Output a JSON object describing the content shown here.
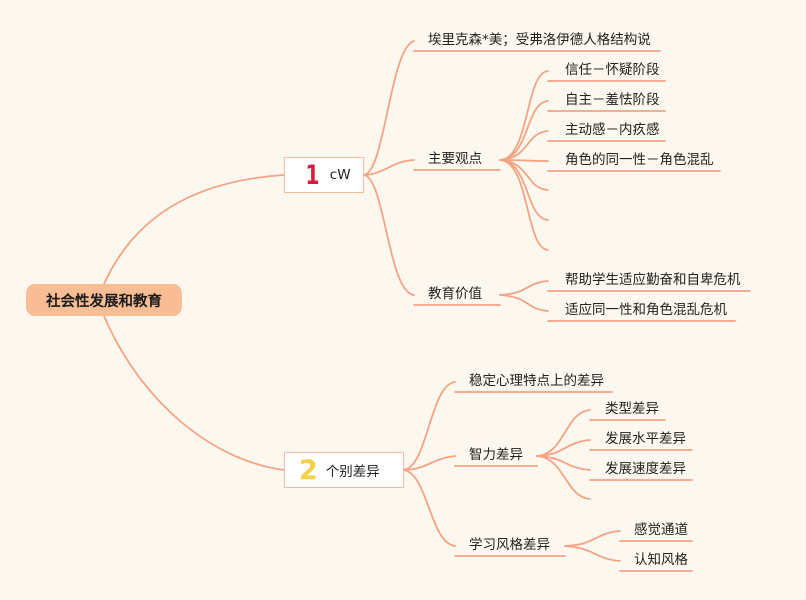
{
  "root": {
    "label": "社会性发展和教育"
  },
  "branch1": {
    "number": "1",
    "label": "cW",
    "theory": "埃里克森*美；受弗洛伊德人格结构说",
    "main_views": {
      "label": "主要观点",
      "items": [
        "信任－怀疑阶段",
        "自主－羞怯阶段",
        "主动感－内疚感",
        "角色的同一性－角色混乱",
        "",
        "",
        ""
      ]
    },
    "edu_value": {
      "label": "教育价值",
      "items": [
        "帮助学生适应勤奋和自卑危机",
        "适应同一性和角色混乱危机"
      ]
    }
  },
  "branch2": {
    "number": "2",
    "label": "个别差异",
    "stable_diff": "稳定心理特点上的差异",
    "intelligence": {
      "label": "智力差异",
      "items": [
        "类型差异",
        "发展水平差异",
        "发展速度差异",
        ""
      ]
    },
    "learning_style": {
      "label": "学习风格差异",
      "items": [
        "感觉通道",
        "认知风格"
      ]
    }
  },
  "colors": {
    "link": "#f5a383",
    "root_fill": "#f8bd94",
    "number1": "#d91e3c",
    "number2": "#f7d046",
    "background": "#fdf8ef"
  }
}
